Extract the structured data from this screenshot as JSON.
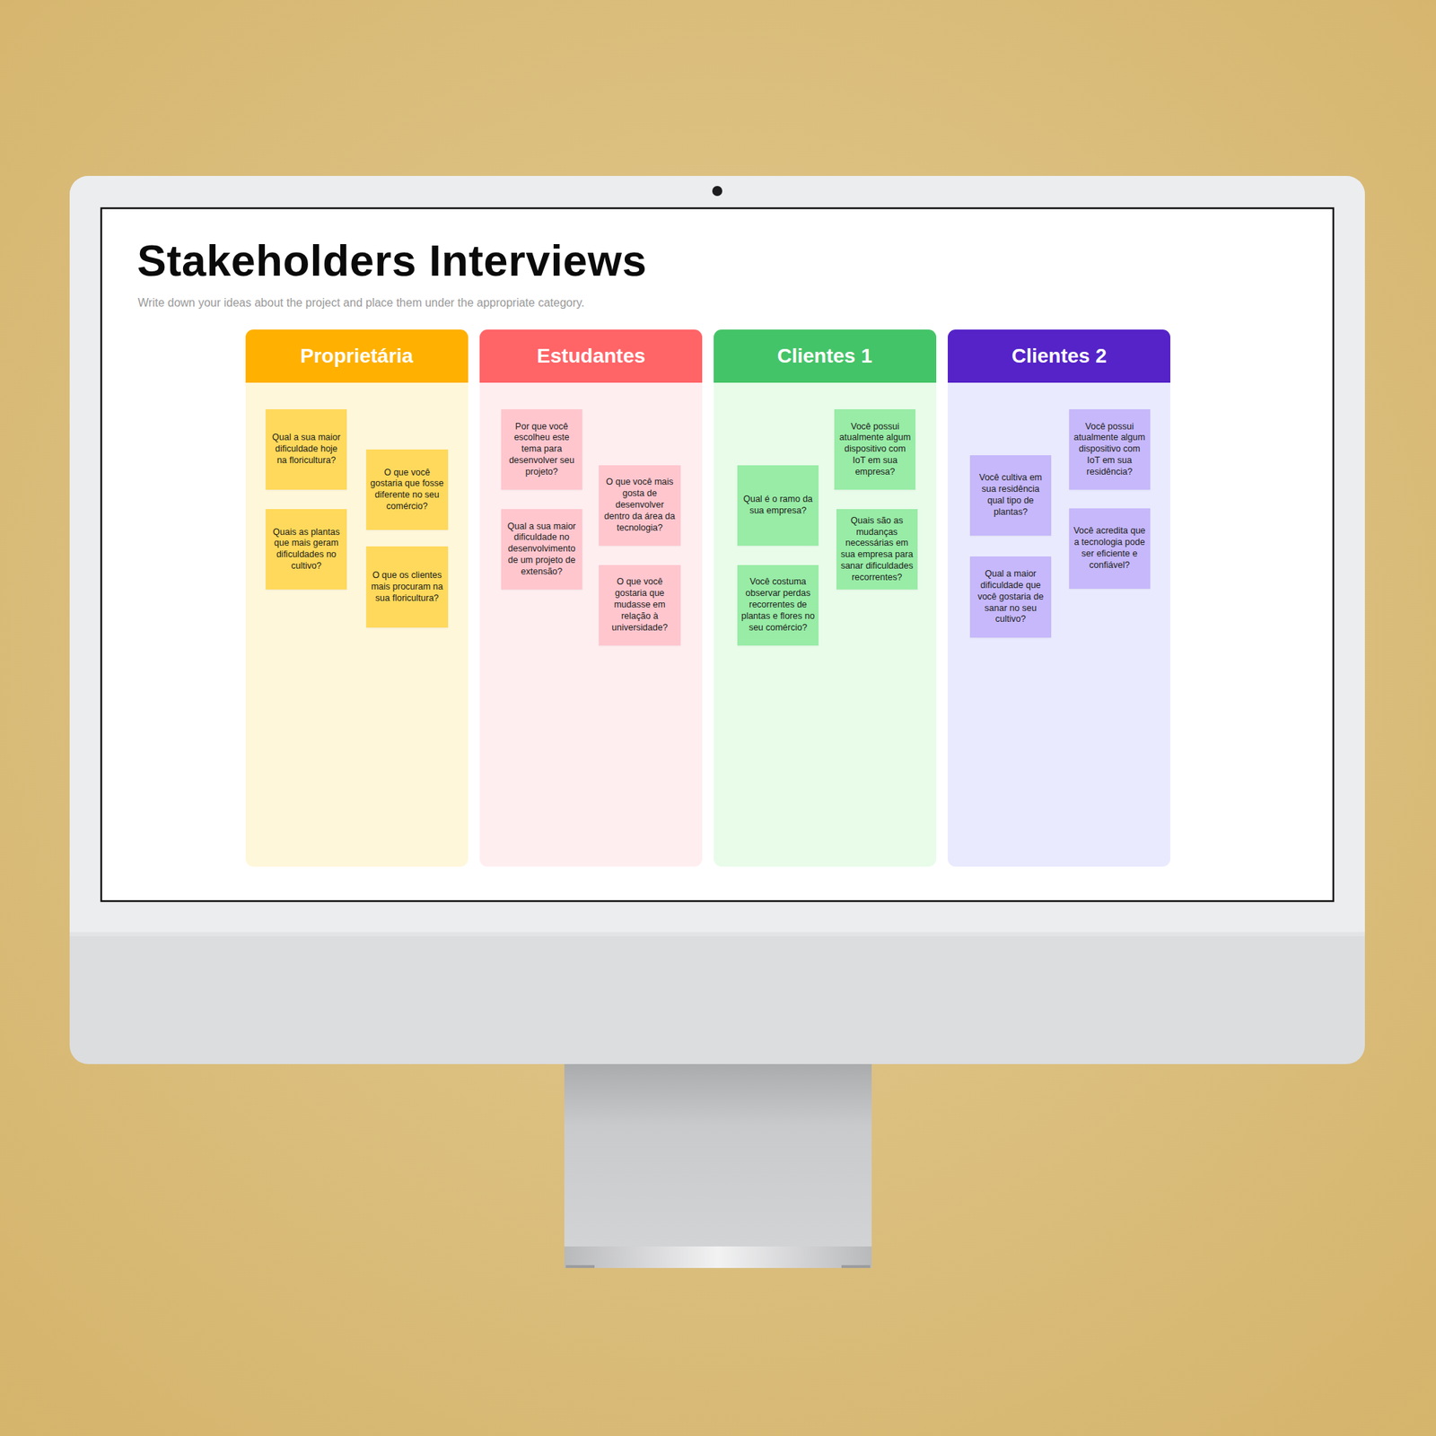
{
  "diagram": {
    "title": "Stakeholders Interviews",
    "caption": "Write down your ideas about the project and place them under the appropriate category.",
    "nodes": [
      {
        "text": [
          "Proprietária"
        ]
      },
      {
        "text": [
          "Qual a sua maior dificuldade hoje na floricultura?"
        ],
        "in": 0
      },
      {
        "text": [
          "O que você gostaria que fosse diferente no seu comércio?"
        ],
        "in": 0
      },
      {
        "text": [
          "Quais as plantas que mais geram dificuldades no cultivo?"
        ],
        "in": 0
      },
      {
        "text": [
          "O que os clientes mais procuram na sua floricultura?"
        ],
        "in": 0
      },
      {
        "text": [
          "Estudantes"
        ]
      },
      {
        "text": [
          "Por que você escolheu este tema para desenvolver seu projeto?"
        ],
        "in": 5
      },
      {
        "text": [
          "O que você mais gosta de desenvolver dentro da área da tecnologia?"
        ],
        "in": 5
      },
      {
        "text": [
          "Qual a sua maior dificuldade no desenvolvimento de um projeto de extensão?"
        ],
        "in": 5
      },
      {
        "text": [
          "O que você gostaria que mudasse em relação à universidade?"
        ],
        "in": 5
      },
      {
        "text": [
          "Clientes 1"
        ]
      },
      {
        "text": [
          "Você possui atualmente algum dispositivo com IoT em sua empresa?"
        ],
        "in": 10
      },
      {
        "text": [
          "Qual é o ramo da sua empresa?"
        ],
        "in": 10
      },
      {
        "text": [
          "Quais são as mudanças necessárias em sua empresa para sanar dificuldades recorrentes?"
        ],
        "in": 10
      },
      {
        "text": [
          "Você costuma observar perdas recorrentes de plantas e flores no seu comércio?"
        ],
        "in": 10
      },
      {
        "text": [
          "Clientes 2"
        ]
      },
      {
        "text": [
          "Você possui atualmente algum dispositivo com IoT em sua residência?"
        ],
        "in": 15
      },
      {
        "text": [
          "Você cultiva em sua residência qual tipo de plantas?"
        ],
        "in": 15
      },
      {
        "text": [
          "Você acredita que a tecnologia pode ser eficiente e confiável?"
        ],
        "in": 15
      },
      {
        "text": [
          "Qual a maior dificuldade que você gostaria de sanar no seu cultivo?"
        ],
        "in": 15
      }
    ]
  }
}
